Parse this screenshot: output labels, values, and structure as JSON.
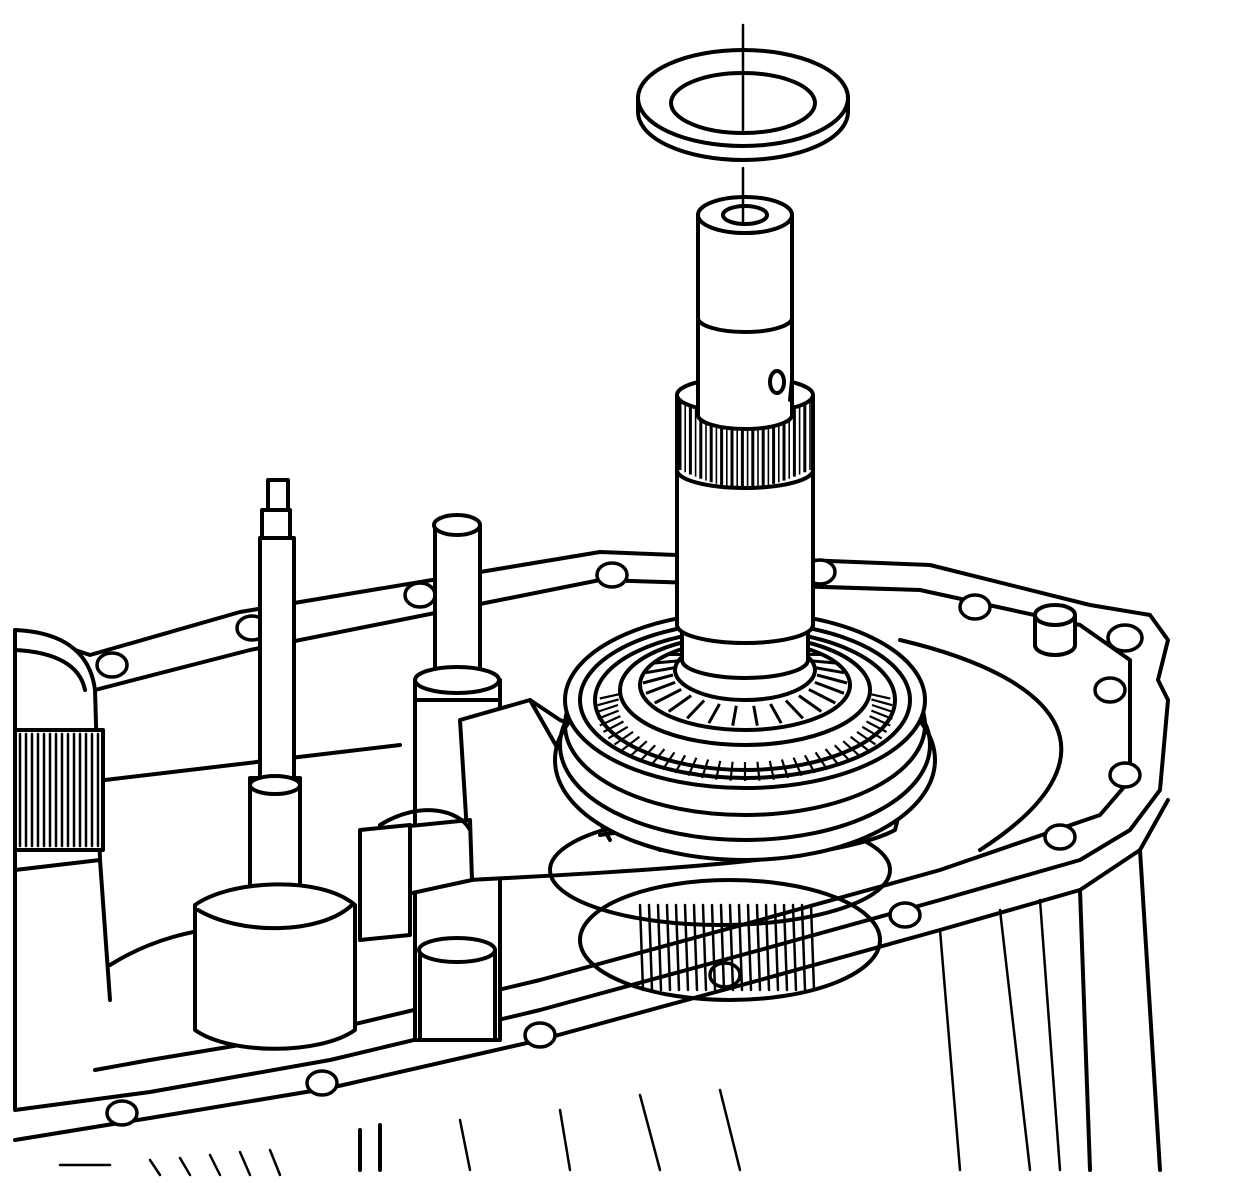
{
  "figure": {
    "type": "technical-line-illustration",
    "colors": {
      "line": "#000000",
      "background": "#ffffff"
    },
    "components": [
      "thrust-washer",
      "installer-tool",
      "output-shaft-splines",
      "gear-and-synchronizer",
      "shift-fork",
      "shift-rail-left",
      "shift-rail-center",
      "transmission-case-flange",
      "case-bolt-holes",
      "left-shaft-splines",
      "dowel-pin"
    ]
  }
}
